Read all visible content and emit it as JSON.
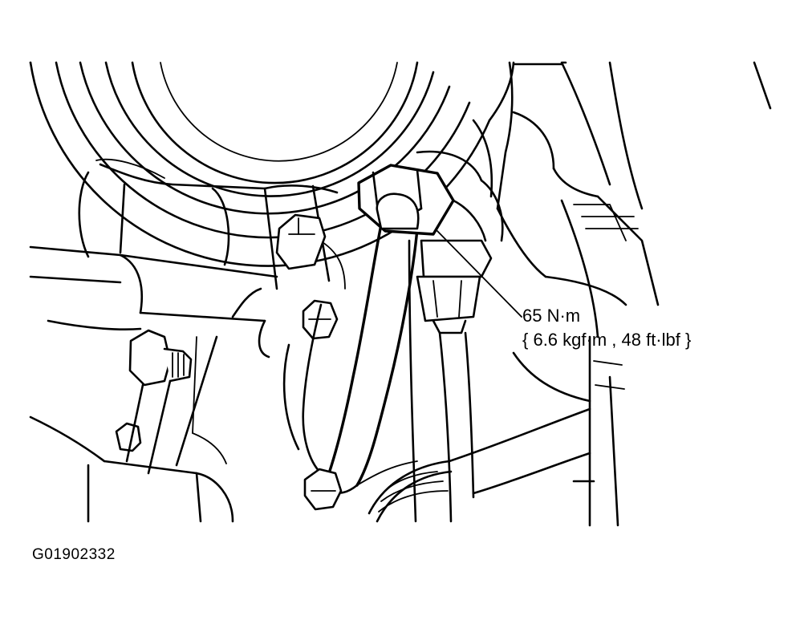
{
  "torque_spec": {
    "line1": "65 N·m",
    "line2": "{ 6.6 kgf·m , 48 ft·lbf }"
  },
  "figure_id": "G01902332",
  "line_color": "#000000",
  "background_color": "#ffffff"
}
